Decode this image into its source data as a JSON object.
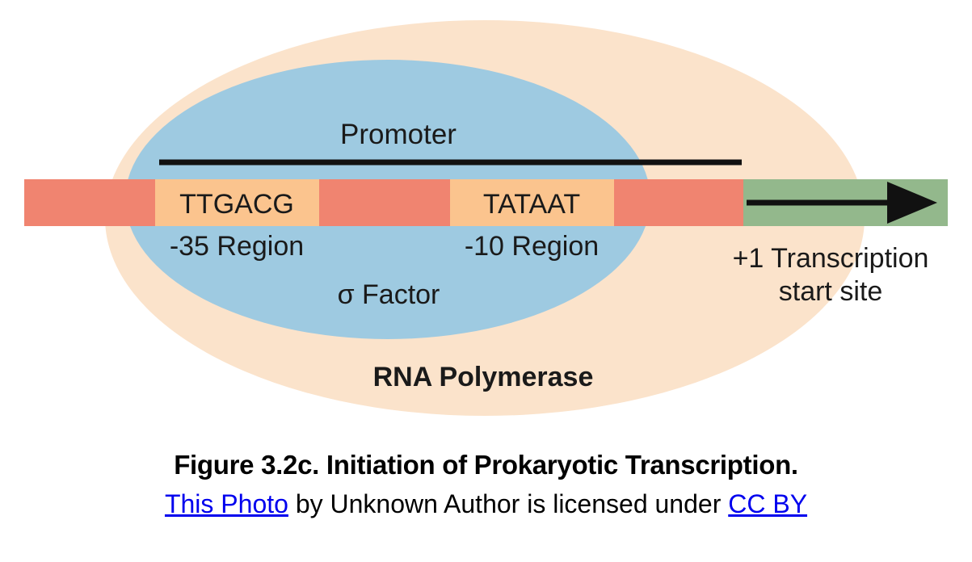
{
  "colors": {
    "polymerase": "#fbe3cb",
    "sigma_factor": "#9ecae1",
    "dna_strand": "#f08470",
    "consensus_box": "#fbc48e",
    "transcribed_region": "#93b88c",
    "promoter_line": "#111111",
    "link": "#0000ee"
  },
  "diagram": {
    "promoter_label": "Promoter",
    "box_35_sequence": "TTGACG",
    "box_10_sequence": "TATAAT",
    "region_35_label": "-35 Region",
    "region_10_label": "-10 Region",
    "sigma_label": "σ Factor",
    "start_site_label_line1": "+1 Transcription",
    "start_site_label_line2": "start site",
    "polymerase_label": "RNA Polymerase"
  },
  "caption": {
    "title": "Figure 3.2c. Initiation of Prokaryotic Transcription.",
    "link_photo": "This Photo",
    "middle_text": " by Unknown Author is licensed under ",
    "link_license": "CC BY"
  }
}
